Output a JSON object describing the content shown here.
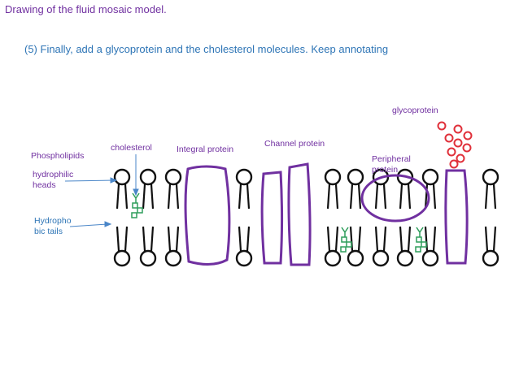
{
  "title": "Drawing of the fluid mosaic model.",
  "instruction": "(5) Finally, add a glycoprotein and the cholesterol molecules. Keep annotating",
  "labels": {
    "glycoprotein": "glycoprotein",
    "cholesterol": "cholesterol",
    "integral_protein": "Integral protein",
    "channel_protein": "Channel protein",
    "phospholipids": "Phospholipids",
    "peripheral_line1": "Peripheral",
    "peripheral_line2": "protein",
    "hydrophilic_line1": "hydrophilic",
    "hydrophilic_line2": "heads",
    "hydrophobic_line1": "Hydropho",
    "hydrophobic_line2": "bic tails"
  },
  "colors": {
    "title": "#7030a0",
    "instruction": "#2e75b6",
    "protein_outline": "#7030a0",
    "glycoprotein": "#e0303a",
    "cholesterol": "#2e9e5b",
    "arrow": "#4a86c8",
    "lipid": "#111111"
  }
}
